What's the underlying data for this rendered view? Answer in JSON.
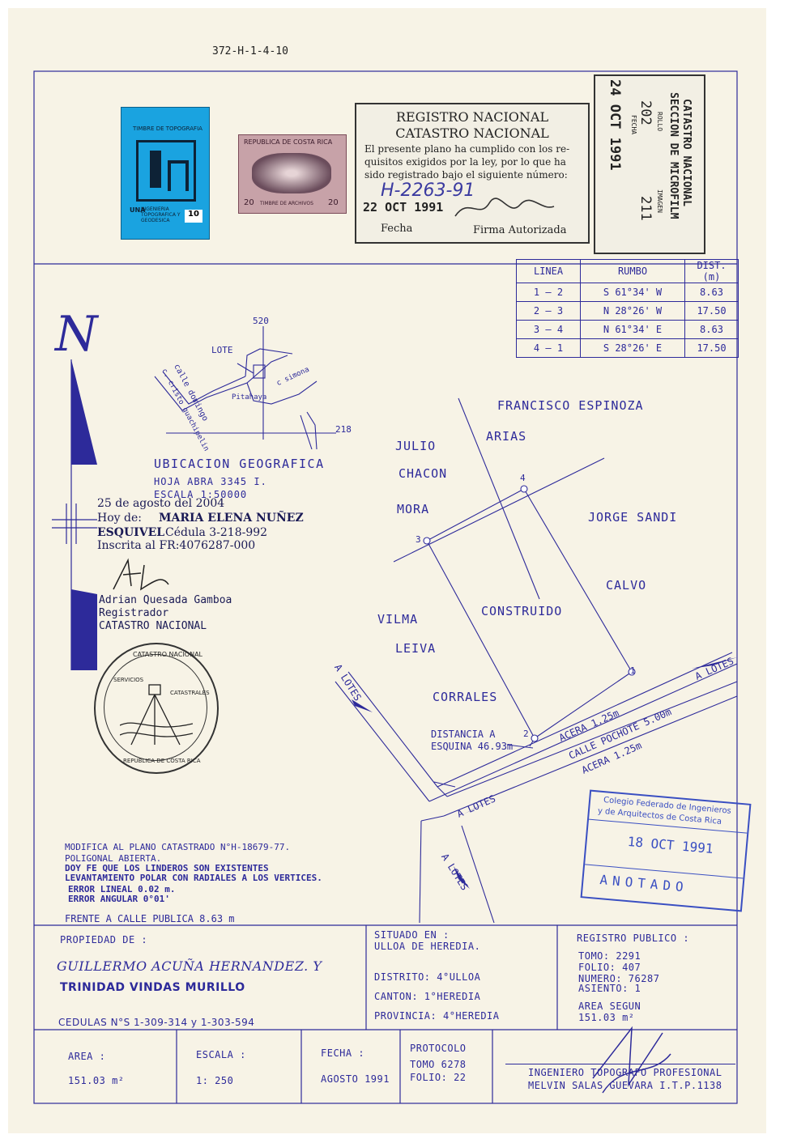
{
  "header": {
    "code": "372-H-1-4-10"
  },
  "stamps": {
    "timbre_topografia": {
      "title": "TIMBRE DE TOPOGRAFIA",
      "logo": "UNA",
      "text": "INGENIERIA TOPOGRAFICA Y GEODESICA",
      "value": "10"
    },
    "timbre_archivos": {
      "title": "REPUBLICA DE COSTA RICA",
      "label": "TIMBRE DE ARCHIVOS",
      "value_left": "20",
      "value_right": "20"
    },
    "registro": {
      "line1": "REGISTRO NACIONAL",
      "line2": "CATASTRO NACIONAL",
      "body1": "El presente plano ha cumplido con los re-",
      "body2": "quisitos exigidos por la ley, por lo que ha",
      "body3": "sido registrado bajo el siguiente número:",
      "number": "H-2263-91",
      "date": "22 OCT 1991",
      "fecha_label": "Fecha",
      "firma_label": "Firma Autorizada"
    },
    "microfilm": {
      "title1": "CATASTRO NACIONAL",
      "title2": "SECCION DE MICROFILM",
      "rollo_label": "ROLLO",
      "rollo": "202",
      "imagen_label": "IMAGEN",
      "imagen": "211",
      "fecha_label": "FECHA",
      "fecha": "24 OCT 1991"
    }
  },
  "rumbo_table": {
    "headers": [
      "LINEA",
      "RUMBO",
      "DIST.(m)"
    ],
    "rows": [
      {
        "from": "1",
        "to": "2",
        "rumbo": "S 61°34' W",
        "dist": "8.63"
      },
      {
        "from": "2",
        "to": "3",
        "rumbo": "N 28°26' W",
        "dist": "17.50"
      },
      {
        "from": "3",
        "to": "4",
        "rumbo": "N 61°34' E",
        "dist": "8.63"
      },
      {
        "from": "4",
        "to": "1",
        "rumbo": "S 28°26' E",
        "dist": "17.50"
      }
    ]
  },
  "north": "N",
  "location": {
    "n520": "520",
    "n218": "218",
    "lote": "LOTE",
    "calle_domingo": "calle domingo",
    "calle_guachipelin": "c. cristo guachipelin",
    "c_simona": "c simona",
    "fruta": "Pitahaya",
    "title": "UBICACION GEOGRAFICA",
    "hoja": "HOJA ABRA 3345 I.",
    "escala": "ESCALA 1:50000"
  },
  "certificacion": {
    "date": "25 de agosto del 2004",
    "hoy_label": "Hoy de:",
    "name1": "MARIA ELENA NUÑEZ",
    "name2": "ESQUIVEL",
    "cedula": "Cédula 3-218-992",
    "inscrita": "Inscrita al FR:4076287-000",
    "registrador_name": "Adrian Quesada Gamboa",
    "registrador_title": "Registrador",
    "registrador_org": "CATASTRO NACIONAL"
  },
  "seal": {
    "top": "CATASTRO NACIONAL",
    "left": "SERVICIOS",
    "right": "CATASTRALES",
    "bottom": "REPUBLICA DE COSTA RICA"
  },
  "plan": {
    "francisco": "FRANCISCO ESPINOZA",
    "arias": "ARIAS",
    "julio": "JULIO",
    "chacon": "CHACON",
    "mora": "MORA",
    "jorge": "JORGE SANDI",
    "calvo": "CALVO",
    "vilma": "VILMA",
    "leiva": "LEIVA",
    "corrales": "CORRALES",
    "construido": "CONSTRUIDO",
    "p1": "1",
    "p2": "2",
    "p3": "3",
    "p4": "4",
    "distancia1": "DISTANCIA A",
    "distancia2": "ESQUINA 46.93m",
    "acera1": "ACERA 1.25m",
    "calle": "CALLE POCHOTE 5.00m",
    "acera2": "ACERA 1.25m",
    "a_lotes_1": "A LOTES",
    "a_lotes_2": "A LOTES",
    "a_lotes_3": "A LOTES",
    "a_lotes_4": "A LOTES"
  },
  "federado": {
    "line1": "Colegio Federado de Ingenieros",
    "line2": "y de Arquitectos de Costa Rica",
    "date": "18 OCT 1991",
    "anotado": "ANOTADO"
  },
  "notes": {
    "modifica": "MODIFICA AL PLANO CATASTRADO N°H-18679-77.",
    "poligonal": "POLIGONAL ABIERTA.",
    "doy_fe": "DOY FE QUE LOS LINDEROS SON EXISTENTES",
    "levantamiento": "LEVANTAMIENTO POLAR CON RADIALES A LOS VERTICES.",
    "error_lineal": "ERROR LINEAL 0.02 m.",
    "error_angular": "ERROR ANGULAR 0°01'",
    "frente": "FRENTE A CALLE PUBLICA 8.63 m"
  },
  "footer": {
    "propiedad_label": "PROPIEDAD DE :",
    "owner1": "GUILLERMO ACUÑA HERNANDEZ. Y",
    "owner2": "TRINIDAD VINDAS MURILLO",
    "cedulas": "CEDULAS N°S 1-309-314 y 1-303-594",
    "situado_label": "SITUADO EN :",
    "situado": "ULLOA DE HEREDIA.",
    "distrito": "DISTRITO: 4°ULLOA",
    "canton": "CANTON: 1°HEREDIA",
    "provincia": "PROVINCIA: 4°HEREDIA",
    "registro_label": "REGISTRO PUBLICO :",
    "tomo": "TOMO: 2291",
    "folio": "FOLIO: 407",
    "numero": "NUMERO: 76287",
    "asiento": "ASIENTO: 1",
    "area_segun": "AREA SEGUN",
    "area_segun_val": "151.03 m²",
    "area_label": "AREA :",
    "area": "151.03 m²",
    "escala_label": "ESCALA :",
    "escala": "1: 250",
    "fecha_label": "FECHA :",
    "fecha": "AGOSTO 1991",
    "protocolo_label": "PROTOCOLO",
    "protocolo_tomo": "TOMO 6278",
    "protocolo_folio": "FOLIO: 22",
    "ingeniero": "INGENIERO TOPOGRAFO PROFESIONAL",
    "ingeniero_name": "MELVIN SALAS GUEVARA I.T.P.1138"
  }
}
